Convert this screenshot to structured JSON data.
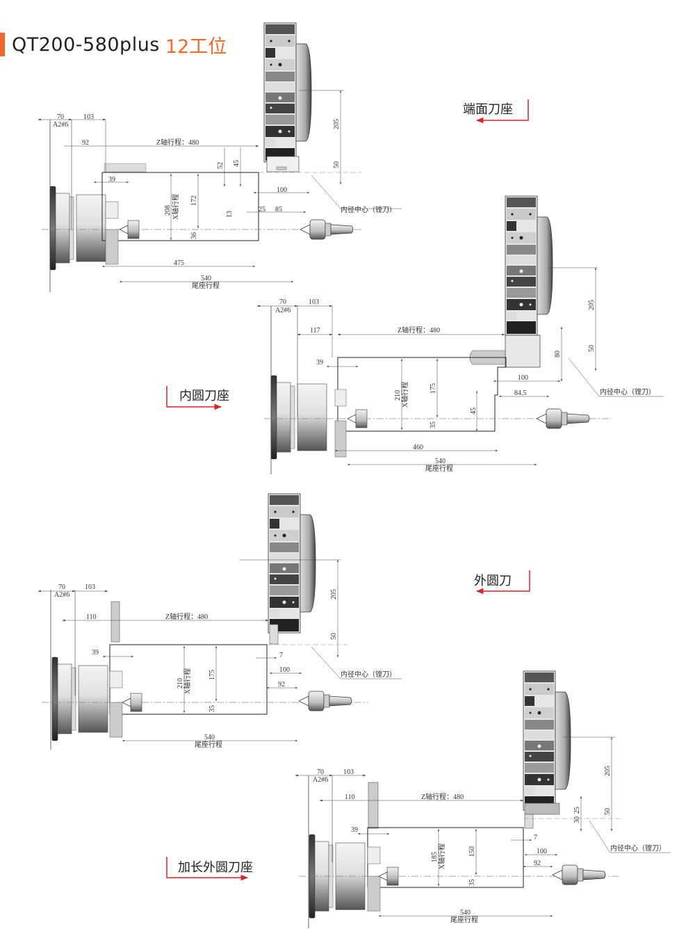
{
  "header": {
    "model": "QT200-580plus",
    "stations": "12工位",
    "accent_color": "#ee6a2c"
  },
  "colors": {
    "arrow_red": "#d8232a",
    "line": "#222222",
    "dim_line": "#444444"
  },
  "diagrams": [
    {
      "id": "face-tool-holder",
      "label": "端面刀座",
      "spindle_nose": "A2#6",
      "dims": {
        "d70": "70",
        "d103": "103",
        "d92": "92",
        "z_travel": "Z轴行程：480",
        "d52": "52",
        "d45": "45",
        "d39": "39",
        "x_travel_val": "208",
        "x_travel_label": "X轴行程",
        "d172": "172",
        "d36": "36",
        "d13": "13",
        "d100": "100",
        "d25": "25",
        "d85": "85",
        "d475": "475",
        "tail_travel_val": "540",
        "tail_travel_label": "尾座行程",
        "d205": "205",
        "d50": "50"
      },
      "bore_center": "内径中心（镗刀）"
    },
    {
      "id": "inner-tool-holder",
      "label": "内圆刀座",
      "spindle_nose": "A2#6",
      "dims": {
        "d70": "70",
        "d103": "103",
        "d117": "117",
        "z_travel": "Z轴行程：480",
        "d39": "39",
        "x_travel_val": "210",
        "x_travel_label": "X轴行程",
        "d175": "175",
        "d35": "35",
        "d45": "45",
        "d100": "100",
        "d845": "84.5",
        "d80": "80",
        "d460": "460",
        "tail_travel_val": "540",
        "tail_travel_label": "尾座行程",
        "d205": "205",
        "d50": "50"
      },
      "bore_center": "内径中心（镗刀）"
    },
    {
      "id": "outer-tool",
      "label": "外圆刀",
      "spindle_nose": "A2#6",
      "dims": {
        "d70": "70",
        "d103": "103",
        "d110": "110",
        "z_travel": "Z轴行程：480",
        "d39": "39",
        "x_travel_val": "210",
        "x_travel_label": "X轴行程",
        "d175": "175",
        "d35": "35",
        "d7": "7",
        "d100": "100",
        "d92": "92",
        "tail_travel_val": "540",
        "tail_travel_label": "尾座行程",
        "d205": "205",
        "d50": "50"
      },
      "bore_center": "内径中心（镗刀）"
    },
    {
      "id": "extended-outer-tool-holder",
      "label": "加长外圆刀座",
      "spindle_nose": "A2#6",
      "dims": {
        "d70": "70",
        "d103": "103",
        "d110": "110",
        "z_travel": "Z轴行程：480",
        "d39": "39",
        "x_travel_val": "185",
        "x_travel_label": "X轴行程",
        "d150": "150",
        "d35": "35",
        "d7": "7",
        "d100": "100",
        "d92": "92",
        "d25": "25",
        "d30": "30",
        "tail_travel_val": "540",
        "tail_travel_label": "尾座行程",
        "d205": "205",
        "d50": "50"
      },
      "bore_center": "内径中心（镗刀）"
    }
  ]
}
